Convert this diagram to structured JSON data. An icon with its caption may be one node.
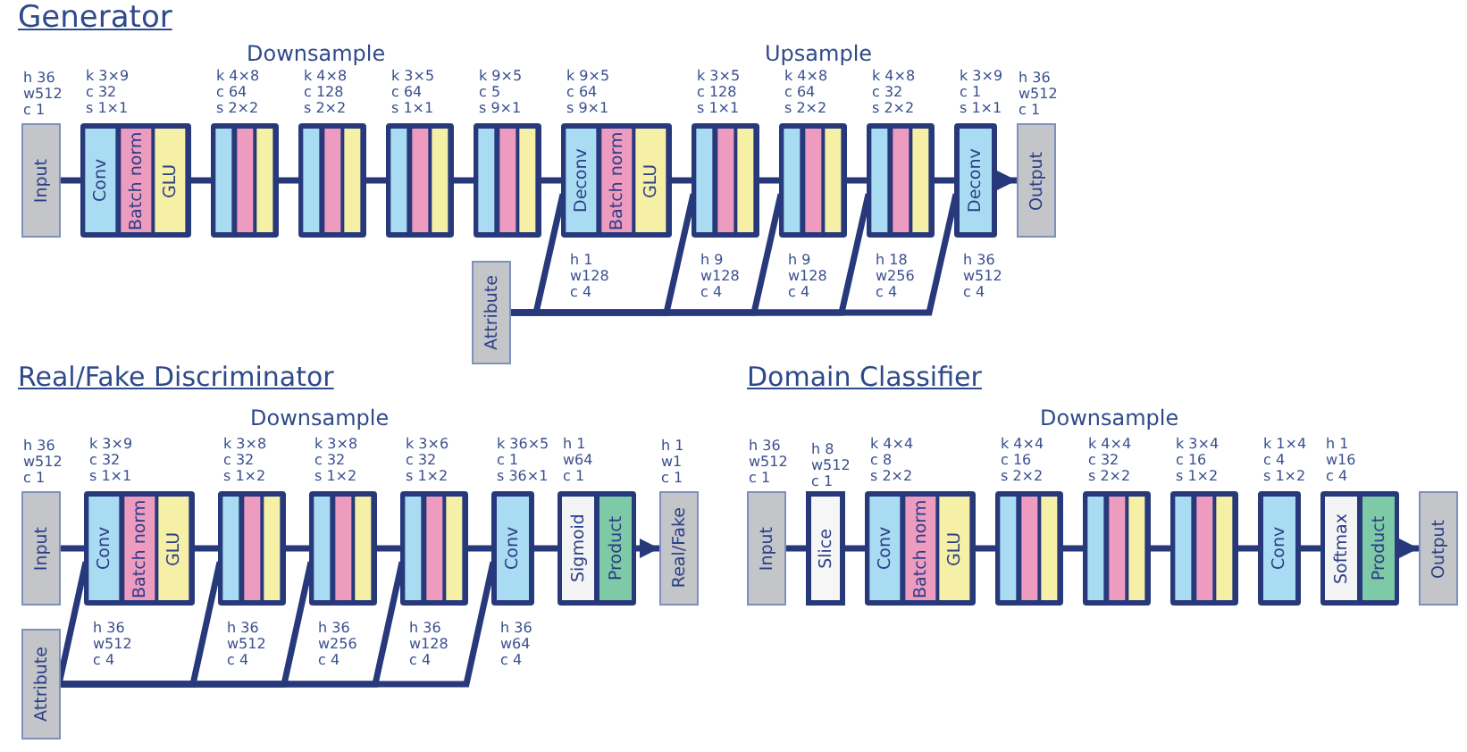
{
  "diagram": {
    "nodes": [
      {
        "text": [
          "Input"
        ],
        "beside": [
          "h 36 w512 c 1"
        ]
      },
      {
        "text": [
          "k 3×9 c 32 s 1×1"
        ]
      },
      {
        "text": [
          "Conv"
        ],
        "in": 1
      },
      {
        "text": [
          "Batch norm"
        ],
        "in": 1
      },
      {
        "text": [
          "GLU"
        ],
        "in": 1
      },
      {
        "text": [
          "k 4×8 c 64 s 2×2"
        ]
      },
      {
        "text": [],
        "shape": "bar",
        "in": 5
      },
      {
        "text": [],
        "shape": "bar",
        "in": 5
      },
      {
        "text": [],
        "shape": "bar",
        "in": 5
      },
      {
        "text": [
          "k 4×8 c 128 s 2×2"
        ]
      },
      {
        "text": [],
        "shape": "bar",
        "in": 9
      },
      {
        "text": [],
        "shape": "bar",
        "in": 9
      },
      {
        "text": [],
        "shape": "bar",
        "in": 9
      },
      {
        "text": [
          "k 3×5 c 64 s 1×1"
        ]
      },
      {
        "text": [],
        "shape": "bar",
        "in": 13
      },
      {
        "text": [],
        "shape": "bar",
        "in": 13
      },
      {
        "text": [],
        "shape": "bar",
        "in": 13
      },
      {
        "text": [
          "k 9×5 c 5 s 9×1"
        ]
      },
      {
        "text": [],
        "shape": "bar",
        "in": 17
      },
      {
        "text": [],
        "shape": "bar",
        "in": 17
      },
      {
        "text": [],
        "shape": "bar",
        "in": 17
      },
      {
        "text": [
          "k 9×5 c 64 s 9×1"
        ],
        "beside": [
          "h 1 w128 c 4"
        ]
      },
      {
        "text": [
          "Deconv"
        ],
        "in": 21
      },
      {
        "text": [
          "Batch norm"
        ],
        "in": 21
      },
      {
        "text": [
          "GLU"
        ],
        "in": 21
      },
      {
        "text": [
          "k 3×5 c 128 s 1×1"
        ],
        "beside": [
          "h 9 w128 c 4"
        ]
      },
      {
        "text": [],
        "shape": "bar",
        "in": 25
      },
      {
        "text": [],
        "shape": "bar",
        "in": 25
      },
      {
        "text": [],
        "shape": "bar",
        "in": 25
      },
      {
        "text": [
          "k 4×8 c 64 s 2×2"
        ],
        "beside": [
          "h 9 w128 c 4"
        ]
      },
      {
        "text": [],
        "shape": "bar",
        "in": 29
      },
      {
        "text": [],
        "shape": "bar",
        "in": 29
      },
      {
        "text": [],
        "shape": "bar",
        "in": 29
      },
      {
        "text": [
          "k 4×8 c 32 s 2×2"
        ],
        "beside": [
          "h 18 w256 c 4"
        ]
      },
      {
        "text": [],
        "shape": "bar",
        "in": 33
      },
      {
        "text": [],
        "shape": "bar",
        "in": 33
      },
      {
        "text": [],
        "shape": "bar",
        "in": 33
      },
      {
        "text": [
          "k 3×9 c 1 s 1×1"
        ],
        "beside": [
          "h 36 w512 c 4"
        ]
      },
      {
        "text": [
          "Deconv"
        ],
        "in": 37
      },
      {
        "text": [
          "Output"
        ],
        "beside": [
          "h 36 w512 c 1"
        ]
      },
      {
        "text": [
          "Attribute"
        ]
      },
      {
        "text": [
          "Input"
        ],
        "beside": [
          "h 36 w512 c 1"
        ]
      },
      {
        "text": [
          "Attribute"
        ]
      },
      {
        "text": [
          "k 3×9 c 32 s 1×1"
        ],
        "beside": [
          "h 36 w512 c 4"
        ]
      },
      {
        "text": [
          "Conv"
        ],
        "in": 43
      },
      {
        "text": [
          "Batch norm"
        ],
        "in": 43
      },
      {
        "text": [
          "GLU"
        ],
        "in": 43
      },
      {
        "text": [
          "k 3×8 c 32 s 1×2"
        ],
        "beside": [
          "h 36 w512 c 4"
        ]
      },
      {
        "text": [],
        "shape": "bar",
        "in": 47
      },
      {
        "text": [],
        "shape": "bar",
        "in": 47
      },
      {
        "text": [],
        "shape": "bar",
        "in": 47
      },
      {
        "text": [
          "k 3×8 c 32 s 1×2"
        ],
        "beside": [
          "h 36 w256 c 4"
        ]
      },
      {
        "text": [],
        "shape": "bar",
        "in": 51
      },
      {
        "text": [],
        "shape": "bar",
        "in": 51
      },
      {
        "text": [],
        "shape": "bar",
        "in": 51
      },
      {
        "text": [
          "k 3×6 c 32 s 1×2"
        ],
        "beside": [
          "h 36 w128 c 4"
        ]
      },
      {
        "text": [],
        "shape": "bar",
        "in": 55
      },
      {
        "text": [],
        "shape": "bar",
        "in": 55
      },
      {
        "text": [],
        "shape": "bar",
        "in": 55
      },
      {
        "text": [
          "k 36×5 c 1 s 36×1"
        ],
        "beside": [
          "h 36 w64 c 4"
        ]
      },
      {
        "text": [
          "Conv"
        ],
        "in": 59
      },
      {
        "text": [
          "h 1 w64 c 1"
        ]
      },
      {
        "text": [
          "Sigmoid"
        ],
        "in": 61
      },
      {
        "text": [
          "Product"
        ],
        "in": 61
      },
      {
        "text": [
          "Real/Fake"
        ],
        "beside": [
          "h 1 w1 c 1"
        ]
      },
      {
        "text": [
          "Input"
        ],
        "beside": [
          "h 36 w512 c 1"
        ]
      },
      {
        "text": [
          "Slice"
        ],
        "beside": [
          "h 8 w512 c 1"
        ]
      },
      {
        "text": [
          "k 4×4 c 8 s 2×2"
        ]
      },
      {
        "text": [
          "Conv"
        ],
        "in": 67
      },
      {
        "text": [
          "Batch norm"
        ],
        "in": 67
      },
      {
        "text": [
          "GLU"
        ],
        "in": 67
      },
      {
        "text": [
          "k 4×4 c 16 s 2×2"
        ]
      },
      {
        "text": [],
        "shape": "bar",
        "in": 71
      },
      {
        "text": [],
        "shape": "bar",
        "in": 71
      },
      {
        "text": [],
        "shape": "bar",
        "in": 71
      },
      {
        "text": [
          "k 4×4 c 32 s 2×2"
        ]
      },
      {
        "text": [],
        "shape": "bar",
        "in": 75
      },
      {
        "text": [],
        "shape": "bar",
        "in": 75
      },
      {
        "text": [],
        "shape": "bar",
        "in": 75
      },
      {
        "text": [
          "k 3×4 c 16 s 1×2"
        ]
      },
      {
        "text": [],
        "shape": "bar",
        "in": 79
      },
      {
        "text": [],
        "shape": "bar",
        "in": 79
      },
      {
        "text": [],
        "shape": "bar",
        "in": 79
      },
      {
        "text": [
          "k 1×4 c 4 s 1×2"
        ]
      },
      {
        "text": [
          "Conv"
        ],
        "in": 83
      },
      {
        "text": [
          "h 1 w16 c 4"
        ]
      },
      {
        "text": [
          "Softmax"
        ],
        "in": 85
      },
      {
        "text": [
          "Product"
        ],
        "in": 85
      },
      {
        "text": [
          "Output"
        ]
      }
    ],
    "edges": [
      {
        "from": 0,
        "to": 1,
        "arrow": "none"
      },
      {
        "from": 1,
        "to": 5,
        "arrow": "none"
      },
      {
        "from": 5,
        "to": 9,
        "arrow": "none"
      },
      {
        "from": 9,
        "to": 13,
        "arrow": "none"
      },
      {
        "from": 13,
        "to": 17,
        "arrow": "none"
      },
      {
        "from": 17,
        "to": 21,
        "arrow": "none"
      },
      {
        "from": 21,
        "to": 25,
        "arrow": "none"
      },
      {
        "from": 25,
        "to": 29,
        "arrow": "none"
      },
      {
        "from": 29,
        "to": 33,
        "arrow": "none"
      },
      {
        "from": 33,
        "to": 37,
        "arrow": "none"
      },
      {
        "from": 37,
        "to": 39,
        "arrow": "to"
      },
      {
        "from": 40,
        "to": 21,
        "arrow": "none"
      },
      {
        "from": 40,
        "to": 25,
        "arrow": "none"
      },
      {
        "from": 40,
        "to": 29,
        "arrow": "none"
      },
      {
        "from": 40,
        "to": 33,
        "arrow": "none"
      },
      {
        "from": 40,
        "to": 37,
        "arrow": "none"
      },
      {
        "from": 41,
        "to": 43,
        "arrow": "none"
      },
      {
        "from": 43,
        "to": 47,
        "arrow": "none"
      },
      {
        "from": 47,
        "to": 51,
        "arrow": "none"
      },
      {
        "from": 51,
        "to": 55,
        "arrow": "none"
      },
      {
        "from": 55,
        "to": 59,
        "arrow": "none"
      },
      {
        "from": 59,
        "to": 61,
        "arrow": "none"
      },
      {
        "from": 61,
        "to": 64,
        "arrow": "to"
      },
      {
        "from": 42,
        "to": 43,
        "arrow": "none"
      },
      {
        "from": 42,
        "to": 47,
        "arrow": "none"
      },
      {
        "from": 42,
        "to": 51,
        "arrow": "none"
      },
      {
        "from": 42,
        "to": 55,
        "arrow": "none"
      },
      {
        "from": 42,
        "to": 59,
        "arrow": "none"
      },
      {
        "from": 65,
        "to": 66,
        "arrow": "none"
      },
      {
        "from": 66,
        "to": 67,
        "arrow": "none"
      },
      {
        "from": 67,
        "to": 71,
        "arrow": "none"
      },
      {
        "from": 71,
        "to": 75,
        "arrow": "none"
      },
      {
        "from": 75,
        "to": 79,
        "arrow": "none"
      },
      {
        "from": 79,
        "to": 83,
        "arrow": "none"
      },
      {
        "from": 83,
        "to": 85,
        "arrow": "none"
      },
      {
        "from": 85,
        "to": 88,
        "arrow": "to"
      }
    ],
    "labels": [
      "Generator",
      "Downsample",
      "Upsample",
      "Real/Fake Discriminator",
      "Downsample",
      "Domain Classifier",
      "Downsample"
    ]
  }
}
